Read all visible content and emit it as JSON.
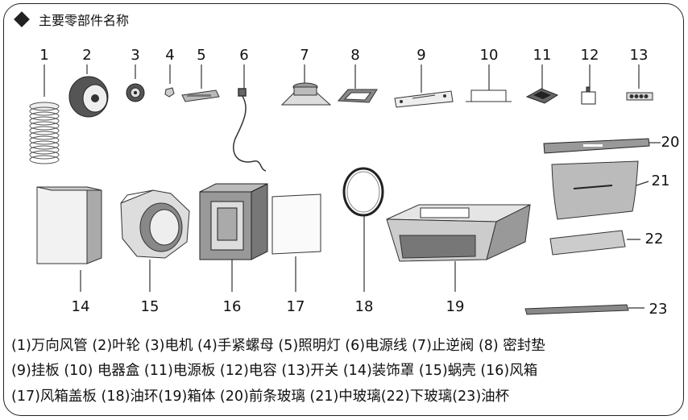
{
  "header": {
    "title": "主要零部件名称"
  },
  "part_numbers": [
    "1",
    "2",
    "3",
    "4",
    "5",
    "6",
    "7",
    "8",
    "9",
    "10",
    "11",
    "12",
    "13",
    "14",
    "15",
    "16",
    "17",
    "18",
    "19",
    "20",
    "21",
    "22",
    "23"
  ],
  "legend": {
    "line1": "(1)万向风管 (2)叶轮 (3)电机 (4)手紧螺母 (5)照明灯 (6)电源线 (7)止逆阀 (8) 密封垫",
    "line2": "(9)挂板 (10) 电器盒 (11)电源板 (12)电容 (13)开关 (14)装饰罩 (15)蜗壳 (16)风箱",
    "line3": "(17)风箱盖板 (18)油环(19)箱体 (20)前条玻璃 (21)中玻璃(22)下玻璃(23)油杯"
  }
}
